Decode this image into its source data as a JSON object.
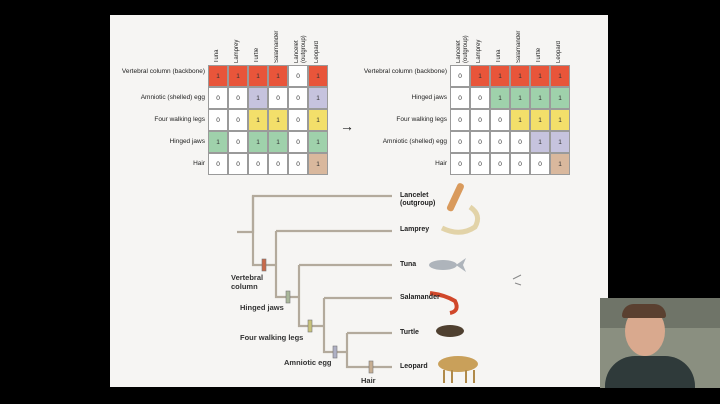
{
  "left_matrix": {
    "columns": [
      "Tuna",
      "Lamprey",
      "Turtle",
      "Salamander",
      "Lancelet (outgroup)",
      "Leopard"
    ],
    "rows": [
      {
        "label": "Vertebral column (backbone)",
        "values": [
          "1",
          "1",
          "1",
          "1",
          "0",
          "1"
        ],
        "color": "#e8553a"
      },
      {
        "label": "Amniotic (shelled) egg",
        "values": [
          "0",
          "0",
          "1",
          "0",
          "0",
          "1"
        ],
        "color": "#c6c3de"
      },
      {
        "label": "Four walking legs",
        "values": [
          "0",
          "0",
          "1",
          "1",
          "0",
          "1"
        ],
        "color": "#f3df6a"
      },
      {
        "label": "Hinged jaws",
        "values": [
          "1",
          "0",
          "1",
          "1",
          "0",
          "1"
        ],
        "color": "#9fd1ab"
      },
      {
        "label": "Hair",
        "values": [
          "0",
          "0",
          "0",
          "0",
          "0",
          "1"
        ],
        "color": "#d9b89d"
      }
    ]
  },
  "right_matrix": {
    "columns": [
      "Lancelet (outgroup)",
      "Lamprey",
      "Tuna",
      "Salamander",
      "Turtle",
      "Leopard"
    ],
    "rows": [
      {
        "label": "Vertebral column (backbone)",
        "values": [
          "0",
          "1",
          "1",
          "1",
          "1",
          "1"
        ],
        "color": "#e8553a"
      },
      {
        "label": "Hinged jaws",
        "values": [
          "0",
          "0",
          "1",
          "1",
          "1",
          "1"
        ],
        "color": "#9fd1ab"
      },
      {
        "label": "Four walking legs",
        "values": [
          "0",
          "0",
          "0",
          "1",
          "1",
          "1"
        ],
        "color": "#f3df6a"
      },
      {
        "label": "Amniotic (shelled) egg",
        "values": [
          "0",
          "0",
          "0",
          "0",
          "1",
          "1"
        ],
        "color": "#c6c3de"
      },
      {
        "label": "Hair",
        "values": [
          "0",
          "0",
          "0",
          "0",
          "0",
          "1"
        ],
        "color": "#d9b89d"
      }
    ]
  },
  "arrow": "→",
  "tree": {
    "taxa": [
      "Lancelet (outgroup)",
      "Lamprey",
      "Tuna",
      "Salamander",
      "Turtle",
      "Leopard"
    ],
    "characters": [
      "Vertebral column",
      "Hinged jaws",
      "Four walking legs",
      "Amniotic egg",
      "Hair"
    ]
  }
}
